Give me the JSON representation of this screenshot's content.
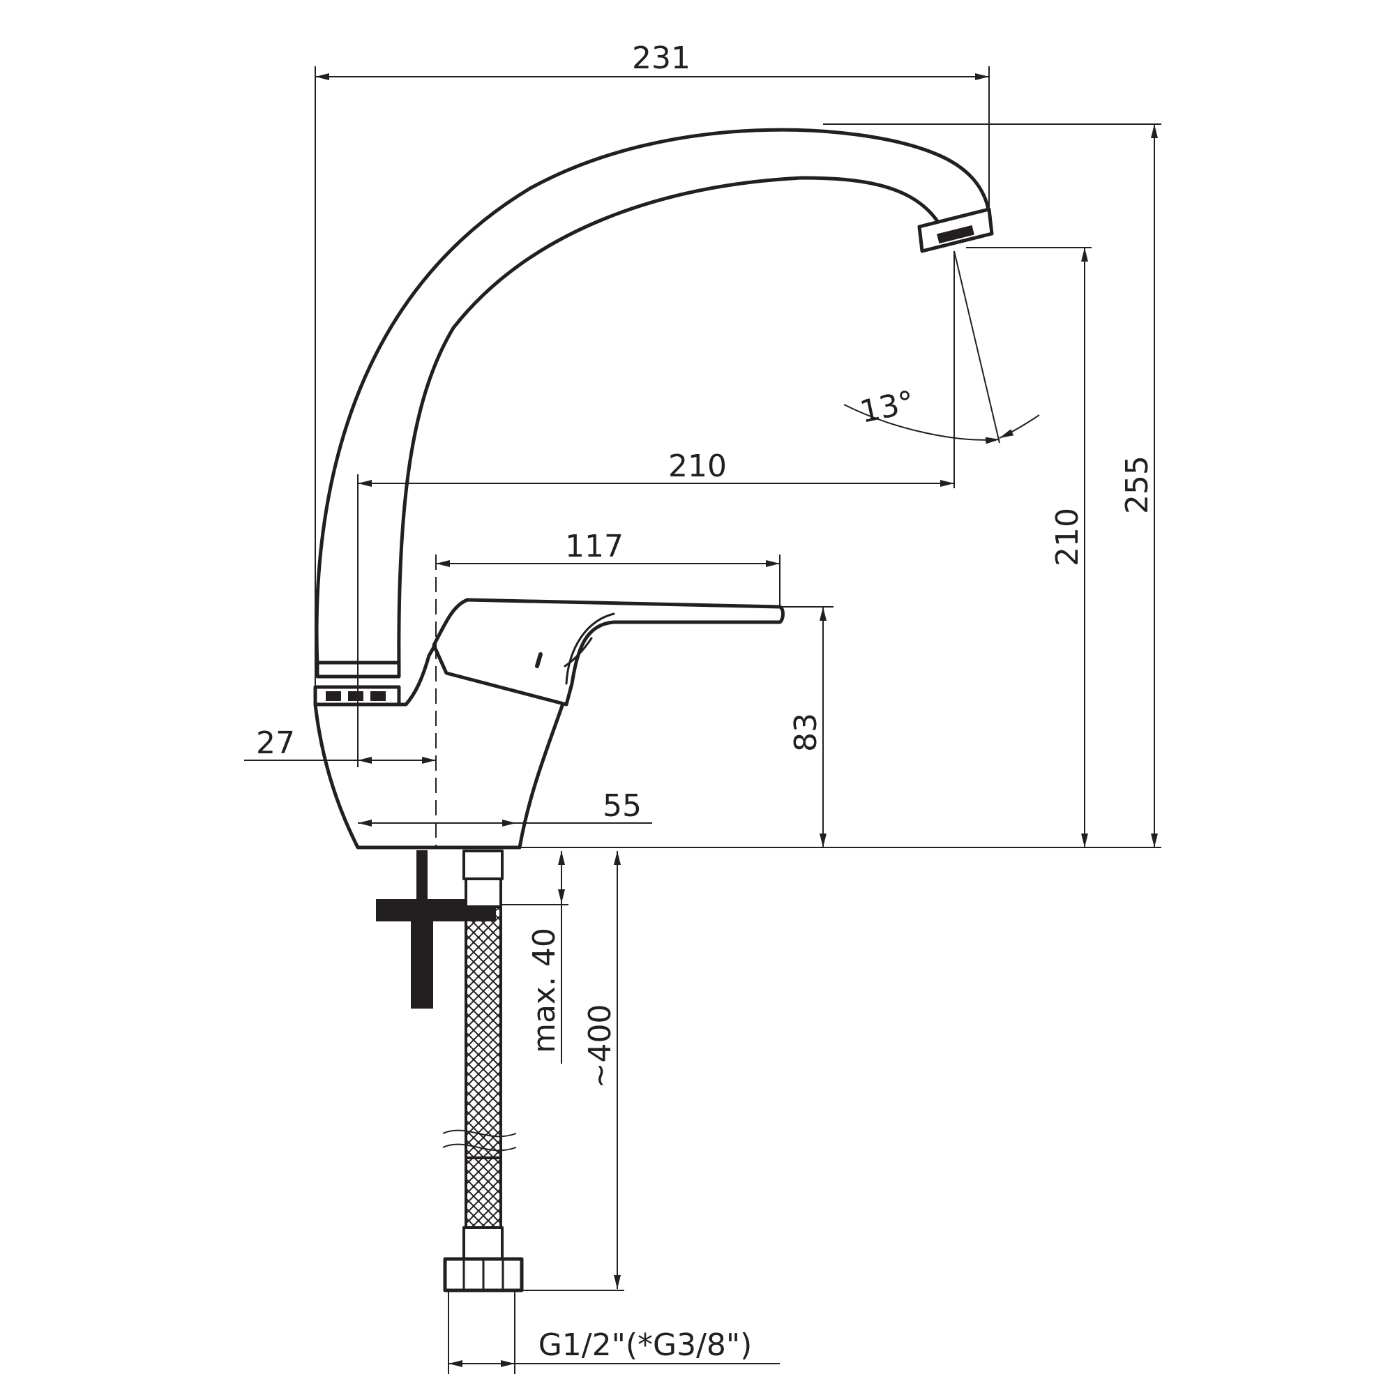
{
  "colors": {
    "line": "#231f20",
    "background": "#ffffff"
  },
  "dimensions": {
    "overall_width": "231",
    "overall_height": "255",
    "spout_reach": "210",
    "spout_height": "210",
    "lever_length": "117",
    "body_height": "83",
    "offset": "27",
    "base_diameter": "55",
    "max_deck_thickness": "max. 40",
    "hose_length": "~400",
    "swivel_angle": "13°",
    "thread_size": "G1/2\"(*G3/8\")"
  }
}
